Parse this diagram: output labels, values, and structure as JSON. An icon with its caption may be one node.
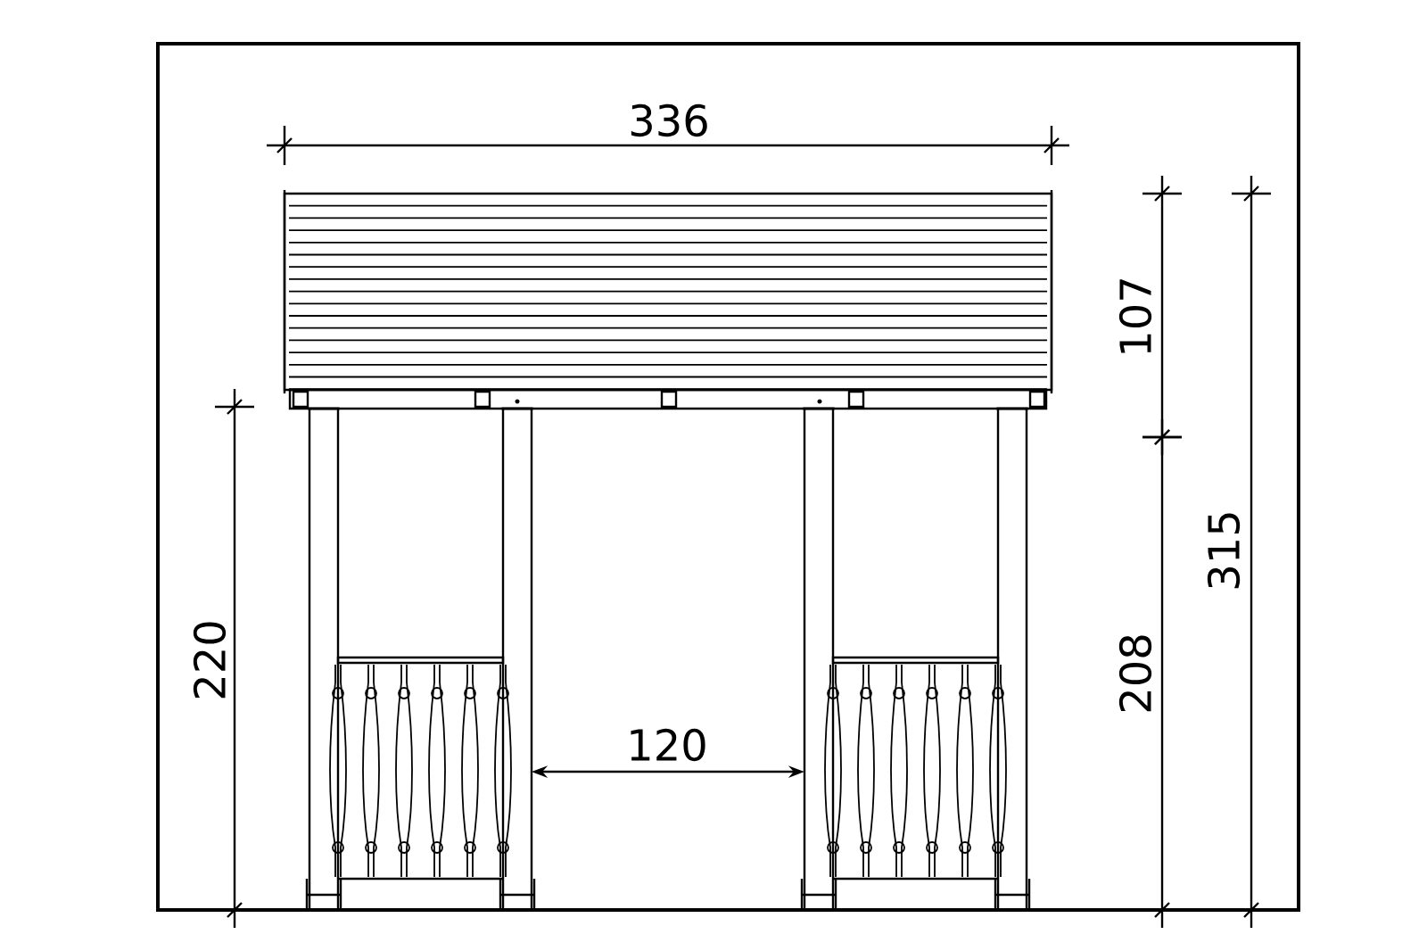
{
  "diagram": {
    "labels": [
      "336",
      "107",
      "315",
      "220",
      "208",
      "120"
    ]
  }
}
